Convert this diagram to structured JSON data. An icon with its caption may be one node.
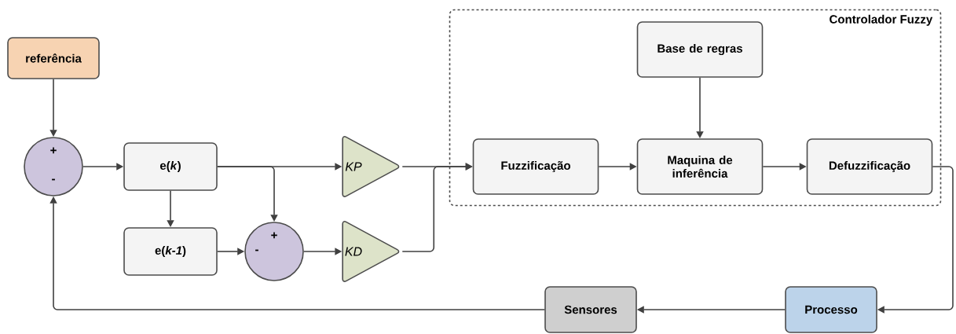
{
  "diagram": {
    "nodes": [
      {
        "text": [
          "referência"
        ]
      },
      {
        "text": [
          "+",
          "-"
        ]
      },
      {
        "text": [
          "e(*k*)"
        ]
      },
      {
        "text": [
          "e(*k-1*)"
        ]
      },
      {
        "text": [
          "+",
          "-"
        ]
      },
      {
        "text": [
          "KP"
        ]
      },
      {
        "text": [
          "KD"
        ]
      },
      {
        "text": [
          "Controlador Fuzzy"
        ]
      },
      {
        "text": [
          "Base de regras"
        ],
        "in": 7
      },
      {
        "text": [
          "Fuzzificação"
        ],
        "in": 7
      },
      {
        "text": [
          "Maquina de inferência"
        ],
        "in": 7
      },
      {
        "text": [
          "Defuzzificação"
        ],
        "in": 7
      },
      {
        "text": [
          "Processo"
        ]
      },
      {
        "text": [
          "Sensores"
        ]
      }
    ],
    "edges": [
      {
        "from": 0,
        "to": 1,
        "arrow": "to"
      },
      {
        "from": 1,
        "to": 2,
        "arrow": "to"
      },
      {
        "from": 2,
        "to": 5,
        "arrow": "to"
      },
      {
        "from": 2,
        "to": 4,
        "arrow": "to"
      },
      {
        "from": 2,
        "to": 3,
        "arrow": "to"
      },
      {
        "from": 3,
        "to": 4,
        "arrow": "to"
      },
      {
        "from": 4,
        "to": 6,
        "arrow": "to"
      },
      {
        "from": 5,
        "to": 9,
        "arrow": "to"
      },
      {
        "from": 6,
        "to": 9,
        "arrow": "to"
      },
      {
        "from": 8,
        "to": 10,
        "arrow": "to"
      },
      {
        "from": 9,
        "to": 10,
        "arrow": "to"
      },
      {
        "from": 10,
        "to": 11,
        "arrow": "to"
      },
      {
        "from": 11,
        "to": 12,
        "arrow": "to"
      },
      {
        "from": 12,
        "to": 13,
        "arrow": "to"
      },
      {
        "from": 13,
        "to": 1,
        "arrow": "to"
      }
    ]
  }
}
